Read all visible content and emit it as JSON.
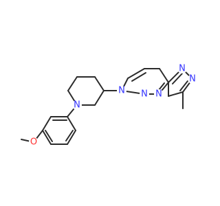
{
  "colors": {
    "background": "#ffffff",
    "bond": "#2b2b2b",
    "nitrogen": "#3333ff",
    "oxygen": "#ff3333"
  },
  "atoms": [
    {
      "id": "N_pip_top",
      "label": "N",
      "element": "nitrogen"
    },
    {
      "id": "N_pip_bottom",
      "label": "N",
      "element": "nitrogen"
    },
    {
      "id": "N_pyridazine_a",
      "label": "N",
      "element": "nitrogen"
    },
    {
      "id": "N_pyridazine_b",
      "label": "N",
      "element": "nitrogen"
    },
    {
      "id": "N_triazole_1",
      "label": "N",
      "element": "nitrogen"
    },
    {
      "id": "N_triazole_2",
      "label": "N",
      "element": "nitrogen"
    },
    {
      "id": "O_methoxy",
      "label": "O",
      "element": "oxygen"
    }
  ]
}
